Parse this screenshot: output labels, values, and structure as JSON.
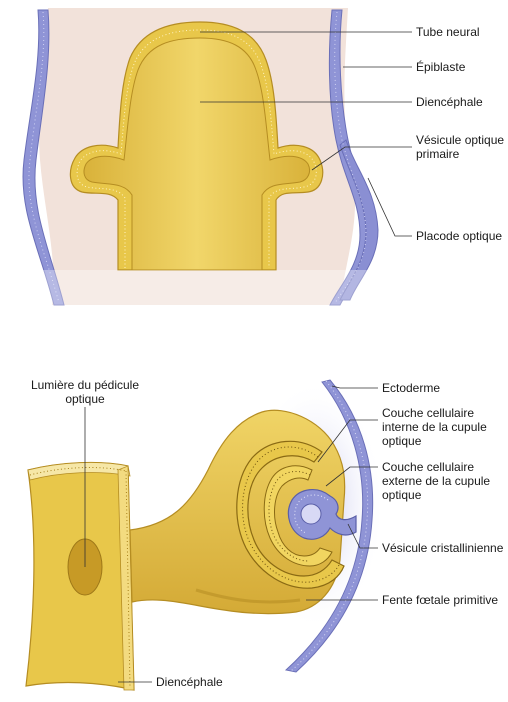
{
  "top_panel": {
    "labels": {
      "tube_neural": "Tube neural",
      "epiblaste": "Épiblaste",
      "diencephale": "Diencéphale",
      "vesicule_optique": "Vésicule optique\nprimaire",
      "placode_optique": "Placode optique"
    }
  },
  "bottom_panel": {
    "labels": {
      "lumiere": "Lumière du pédicule\noptique",
      "ectoderme": "Ectoderme",
      "couche_interne": "Couche cellulaire\ninterne de la cupule\noptique",
      "couche_externe": "Couche cellulaire\nexterne de la cupule\noptique",
      "vesicule_cristallinienne": "Vésicule cristallinienne",
      "fente": "Fente fœtale primitive",
      "diencephale": "Diencéphale"
    }
  },
  "colors": {
    "tissue_yellow": "#e8c74a",
    "tissue_dark": "#c9a12e",
    "epiblast_blue": "#8f94d6",
    "background_pink": "#f4e6df",
    "leader_line": "#333333"
  }
}
